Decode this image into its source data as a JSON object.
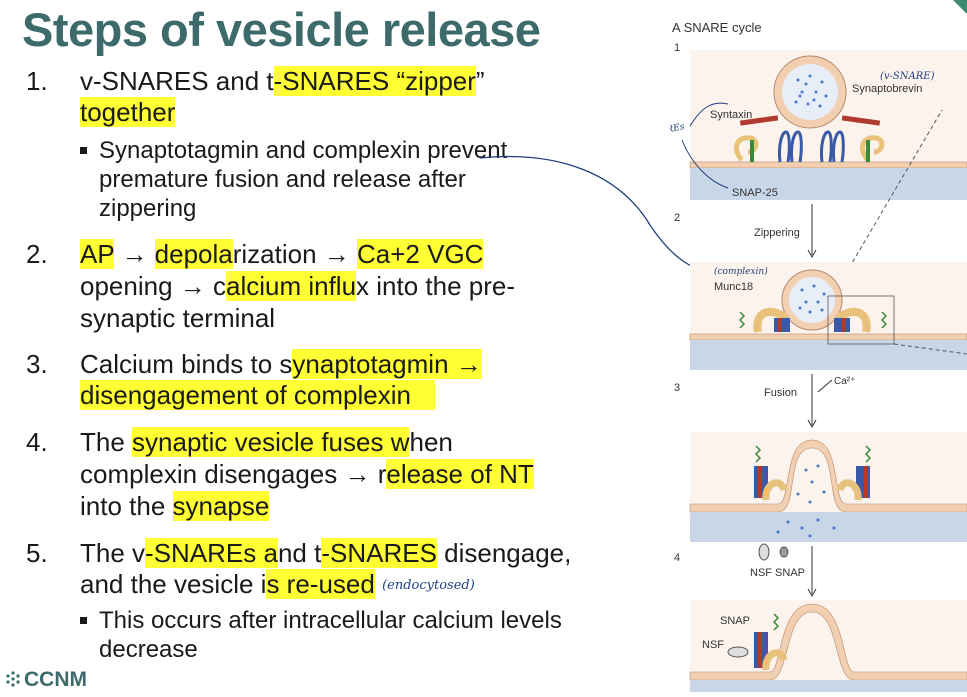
{
  "slide": {
    "title": "Steps of vesicle release",
    "logo_text": "CCNM"
  },
  "steps": [
    {
      "number": "1.",
      "line1": [
        "v-SNARES and t",
        "-SNARES “zipper",
        "”"
      ],
      "line2": "together"
    },
    {
      "number": "2.",
      "line1": [
        "AP",
        " → ",
        "depola",
        "rization → ",
        "Ca+2 VGC"
      ],
      "line2": [
        "opening → c",
        "alcium influ",
        "x into the pre-"
      ],
      "line3": "synaptic terminal"
    },
    {
      "number": "3.",
      "line1": [
        "Calcium binds to s",
        "ynaptotagmin →"
      ],
      "line2": "disengagement of complexin"
    },
    {
      "number": "4.",
      "line1": [
        "The ",
        "synaptic vesicle fuses  w",
        "hen"
      ],
      "line2": [
        "complexin disengages → r",
        "elease of NT"
      ],
      "line3": [
        "into the ",
        "synapse"
      ]
    },
    {
      "number": "5.",
      "line1": [
        "The v",
        "-SNAREs a",
        "nd t",
        "-SNARES",
        " disengage,"
      ],
      "line2": [
        "and the vesicle i",
        "s re-used"
      ],
      "note": "(endocytosed)"
    }
  ],
  "subbullets": {
    "step1": [
      "Synaptotagmin and complexin prevent",
      "premature fusion and release after",
      "zippering"
    ],
    "step5": [
      "This occurs after intracellular calcium levels",
      "decrease"
    ]
  },
  "figure": {
    "heading": "A  SNARE cycle",
    "panel_numbers": [
      "1",
      "2",
      "3",
      "4"
    ],
    "labels": {
      "synaptobrevin": "Synaptobrevin",
      "syntaxin": "Syntaxin",
      "snap25": "SNAP-25",
      "zippering": "Zippering",
      "munc18": "Munc18",
      "fusion": "Fusion",
      "ca": "Ca²⁺",
      "nsf_snap": "NSF  SNAP",
      "snap": "SNAP",
      "nsf": "NSF"
    },
    "handwritten": {
      "v_snare": "(v-SNARE)",
      "t_snares": "t-SNAREs",
      "complexin": "(complexin)"
    }
  },
  "colors": {
    "title": "#3d6b6b",
    "highlight": "#ffff33",
    "membrane": "#f2cfb0",
    "cytoplasm": "#c9d6e8",
    "vesicle_dots": "#4a78c8",
    "ink": "#1f3f7a"
  }
}
